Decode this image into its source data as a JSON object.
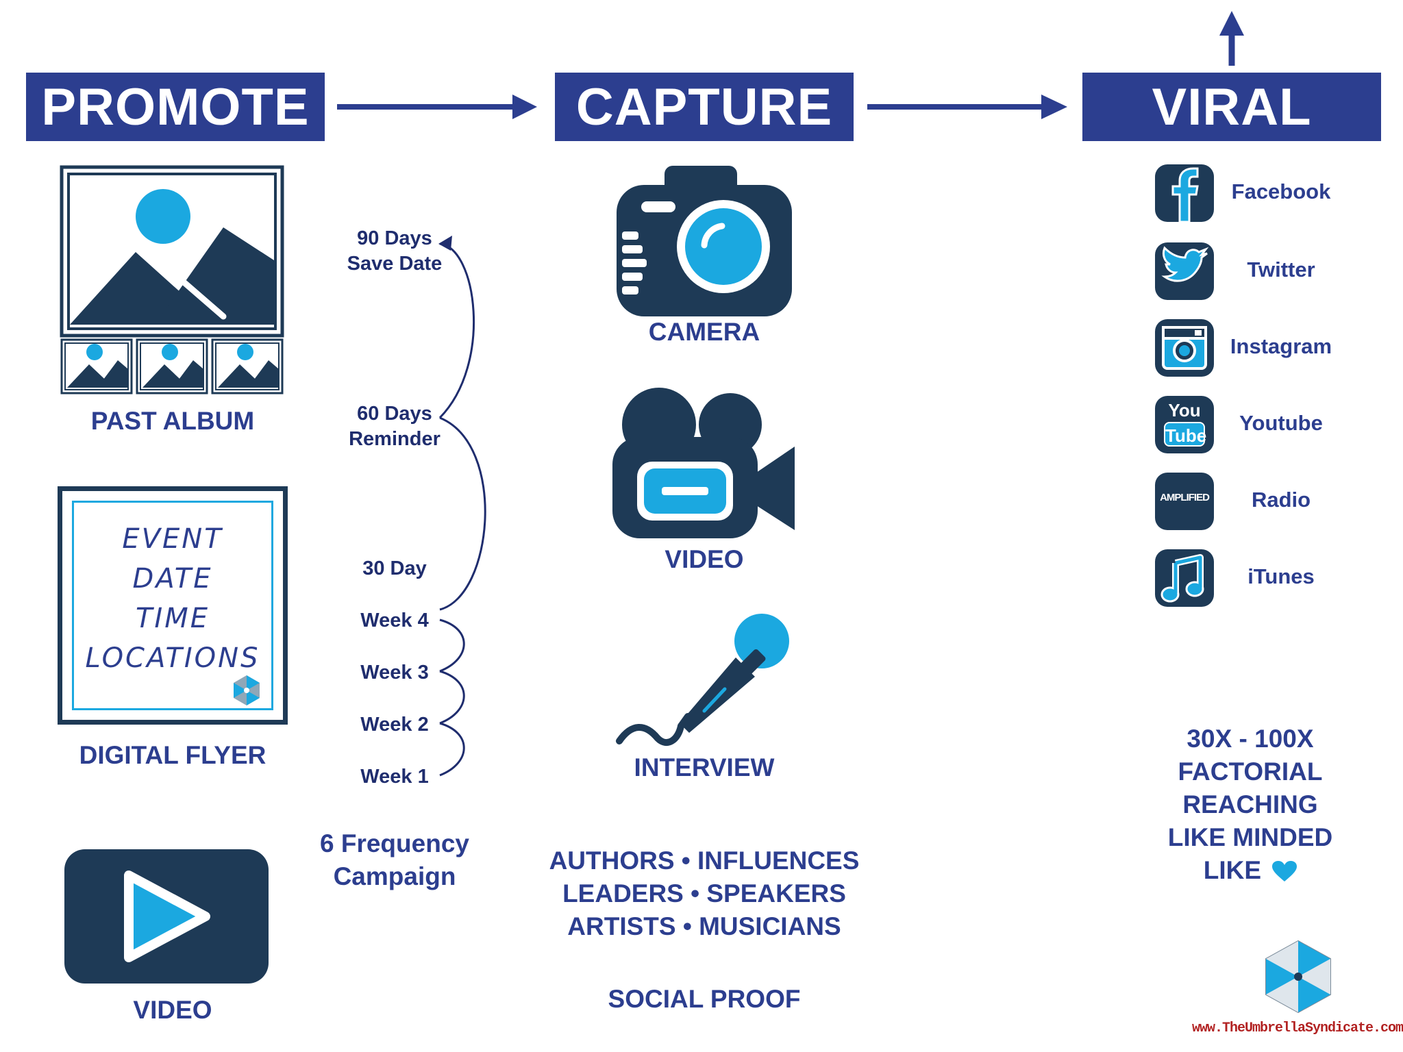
{
  "headers": {
    "promote": "PROMOTE",
    "capture": "CAPTURE",
    "viral": "VIRAL"
  },
  "promote": {
    "past_album_label": "PAST ALBUM",
    "digital_flyer_label": "DIGITAL FLYER",
    "video_label": "VIDEO",
    "flyer_lines": [
      "EVENT",
      "DATE",
      "TIME",
      "LOCATIONS"
    ]
  },
  "timeline": {
    "items": [
      {
        "label": "90 Days\nSave Date"
      },
      {
        "label": "60 Days\nReminder"
      },
      {
        "label": "30 Day"
      },
      {
        "label": "Week 4"
      },
      {
        "label": "Week 3"
      },
      {
        "label": "Week 2"
      },
      {
        "label": "Week 1"
      }
    ],
    "caption": "6 Frequency\nCampaign"
  },
  "capture": {
    "camera_label": "CAMERA",
    "video_label": "VIDEO",
    "interview_label": "INTERVIEW",
    "audience_lines": [
      "AUTHORS • INFLUENCES",
      "LEADERS • SPEAKERS",
      "ARTISTS • MUSICIANS"
    ],
    "social_proof": "SOCIAL PROOF"
  },
  "viral": {
    "channels": [
      {
        "name": "Facebook",
        "icon": "facebook-icon"
      },
      {
        "name": "Twitter",
        "icon": "twitter-icon"
      },
      {
        "name": "Instagram",
        "icon": "instagram-icon"
      },
      {
        "name": "Youtube",
        "icon": "youtube-icon"
      },
      {
        "name": "Radio",
        "icon": "amplified-radio-icon"
      },
      {
        "name": "iTunes",
        "icon": "itunes-icon"
      }
    ],
    "youtube_icon_text": [
      "You",
      "Tube"
    ],
    "radio_icon_text": "AMPLIFIED",
    "reach_lines": [
      "30X - 100X",
      "FACTORIAL",
      "REACHING",
      "LIKE MINDED",
      "LIKE"
    ]
  },
  "footer": {
    "website": "www.TheUmbrellaSyndicate.com"
  },
  "colors": {
    "header_bg": "#2c3e8f",
    "icon_dark": "#1e3a56",
    "accent": "#1ba8e0",
    "label": "#2c3e8f",
    "website": "#b22222"
  }
}
